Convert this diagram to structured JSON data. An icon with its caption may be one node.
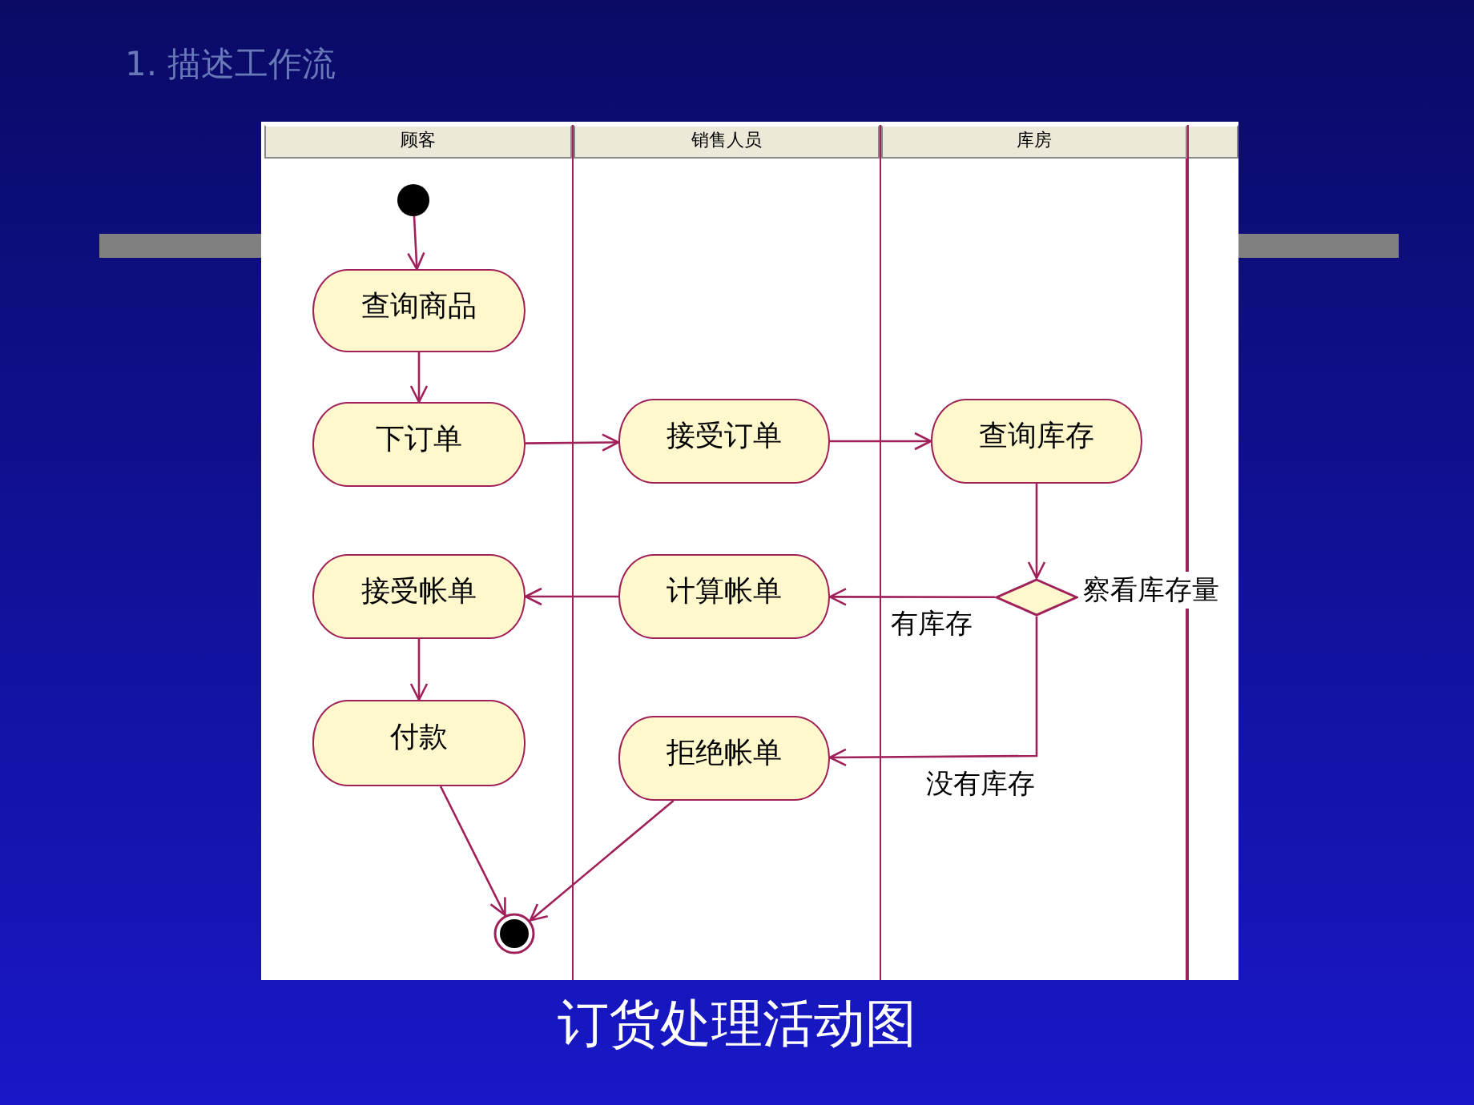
{
  "diagram": {
    "title": "1. 描述工作流",
    "caption": "订货处理活动图",
    "nodes": [
      {
        "text": [
          "顾客"
        ]
      },
      {
        "text": [
          "销售人员"
        ]
      },
      {
        "text": [
          "库房"
        ]
      },
      {
        "text": [],
        "shape": "circle",
        "in": 0
      },
      {
        "text": [
          "查询商品"
        ],
        "in": 0
      },
      {
        "text": [
          "下订单"
        ],
        "in": 0
      },
      {
        "text": [
          "接受订单"
        ],
        "in": 1
      },
      {
        "text": [
          "查询库存"
        ],
        "in": 2
      },
      {
        "text": [],
        "shape": "diamond",
        "in": 2,
        "beside": [
          "察看库存量"
        ]
      },
      {
        "text": [
          "接受帐单"
        ],
        "in": 0
      },
      {
        "text": [
          "计算帐单"
        ],
        "in": 1
      },
      {
        "text": [
          "付款"
        ],
        "in": 0
      },
      {
        "text": [
          "拒绝帐单"
        ],
        "in": 1
      },
      {
        "text": [],
        "shape": "circle",
        "in": 0
      }
    ],
    "edges": [
      {
        "from": 3,
        "to": 4,
        "arrow": "to"
      },
      {
        "from": 4,
        "to": 5,
        "arrow": "to"
      },
      {
        "from": 5,
        "to": 6,
        "arrow": "to"
      },
      {
        "from": 6,
        "to": 7,
        "arrow": "to"
      },
      {
        "from": 7,
        "to": 8,
        "arrow": "to"
      },
      {
        "from": 8,
        "to": 10,
        "arrow": "to",
        "label": "有库存"
      },
      {
        "from": 10,
        "to": 9,
        "arrow": "to"
      },
      {
        "from": 9,
        "to": 11,
        "arrow": "to"
      },
      {
        "from": 8,
        "to": 12,
        "arrow": "to",
        "label": "没有库存"
      },
      {
        "from": 11,
        "to": 13,
        "arrow": "to"
      },
      {
        "from": 12,
        "to": 13,
        "arrow": "to"
      }
    ]
  }
}
